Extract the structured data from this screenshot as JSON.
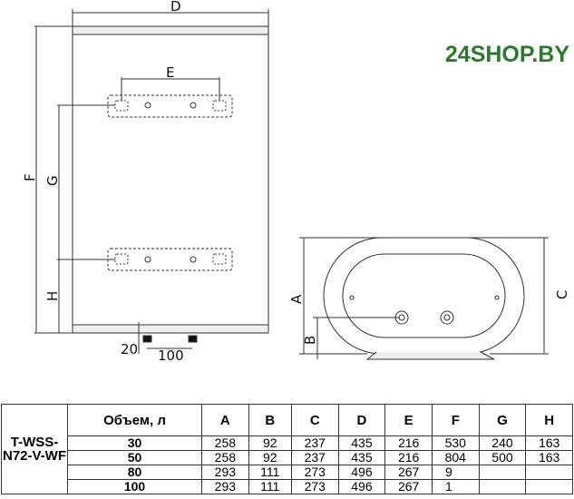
{
  "drawing": {
    "labels": {
      "D": "D",
      "E": "E",
      "F": "F",
      "G": "G",
      "H": "H",
      "A": "A",
      "B": "B",
      "C": "C",
      "dim20": "20",
      "dim100": "100"
    }
  },
  "table": {
    "model": "T-WSS-N72-V-WF",
    "headers": [
      "Объем, л",
      "A",
      "B",
      "C",
      "D",
      "E",
      "F",
      "G",
      "H"
    ],
    "rows": [
      [
        "30",
        "258",
        "92",
        "237",
        "435",
        "216",
        "530",
        "240",
        "163"
      ],
      [
        "50",
        "258",
        "92",
        "237",
        "435",
        "216",
        "804",
        "500",
        "163"
      ],
      [
        "80",
        "293",
        "111",
        "273",
        "496",
        "267",
        "9",
        "",
        ""
      ],
      [
        "100",
        "293",
        "111",
        "273",
        "496",
        "267",
        "1",
        "",
        ""
      ]
    ]
  },
  "watermark": "24SHOP.BY"
}
